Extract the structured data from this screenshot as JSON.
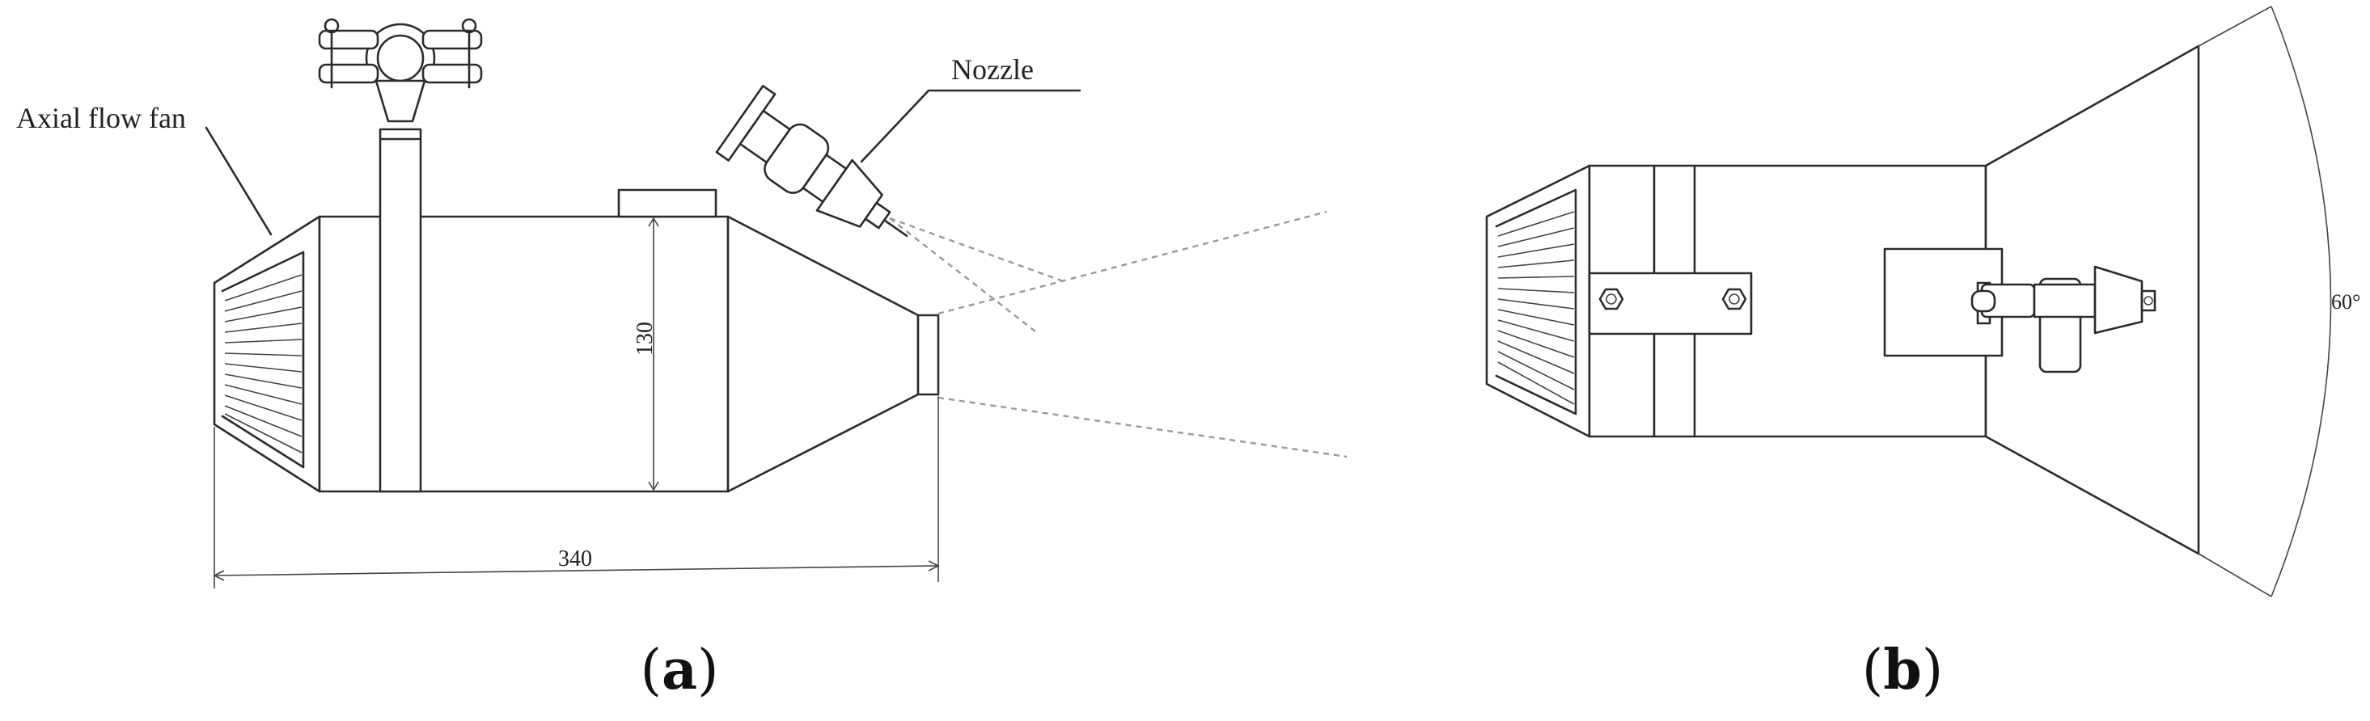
{
  "panel_a": {
    "caption_open": "(",
    "caption_letter": "a",
    "caption_close": ")",
    "label_fan": "Axial flow fan",
    "label_nozzle": "Nozzle",
    "dim_height": "130",
    "dim_length": "340"
  },
  "panel_b": {
    "caption_open": "(",
    "caption_letter": "b",
    "caption_close": ")",
    "angle_label": "60°"
  },
  "colors": {
    "line": "#2b2b2b",
    "spray": "#9a9a9a",
    "background": "#ffffff"
  }
}
